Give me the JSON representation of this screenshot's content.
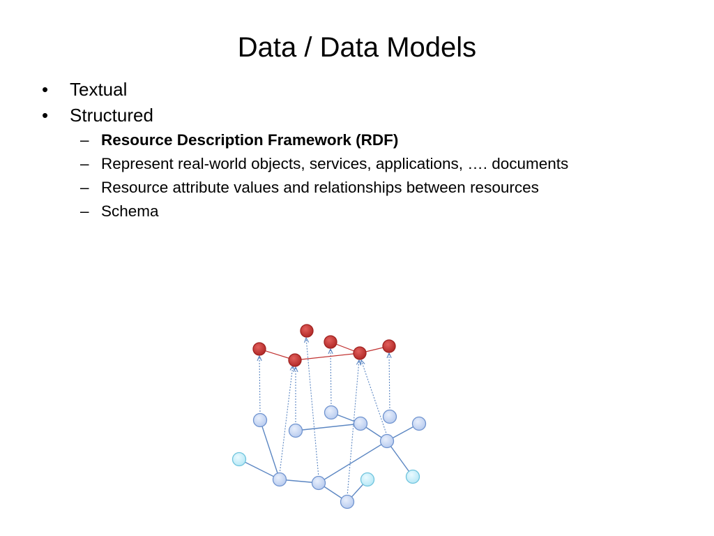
{
  "slide": {
    "title": "Data / Data Models",
    "bullets": [
      {
        "marker": "•",
        "text": "Textual"
      },
      {
        "marker": "•",
        "text": "Structured"
      }
    ],
    "sub_bullets": [
      {
        "marker": "–",
        "text": "Resource Description Framework (RDF)",
        "bold": true
      },
      {
        "marker": "–",
        "text": "Represent real-world objects, services, applications, …. documents",
        "bold": false
      },
      {
        "marker": "–",
        "text": "Resource attribute values and relationships between resources",
        "bold": false
      },
      {
        "marker": "–",
        "text": "Schema",
        "bold": false
      }
    ]
  },
  "diagram": {
    "colors": {
      "schema_node_fill": "#c0302f",
      "schema_edge": "#c0302f",
      "resource_node_fill": "#c8d7f4",
      "resource_node_stroke": "#6f93cf",
      "literal_node_fill": "#c9eef8",
      "literal_node_stroke": "#6fc4dd",
      "resource_edge": "#5b86c2",
      "mapping_edge": "#5b86c2"
    }
  }
}
